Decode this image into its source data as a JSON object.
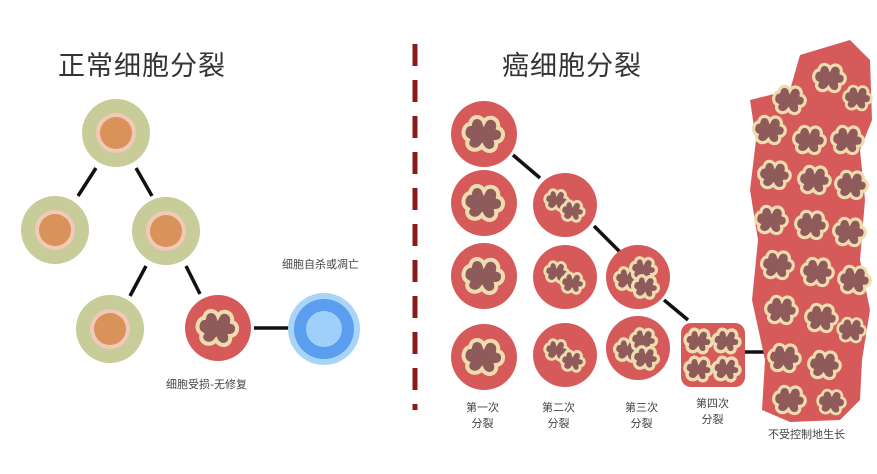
{
  "left_panel": {
    "title": "正常细胞分裂",
    "damaged_label": "细胞受损-无修复",
    "apoptosis_label": "细胞自杀或凋亡"
  },
  "right_panel": {
    "title": "癌细胞分裂",
    "stages": [
      {
        "line1": "第一次",
        "line2": "分裂"
      },
      {
        "line1": "第二次",
        "line2": "分裂"
      },
      {
        "line1": "第三次",
        "line2": "分裂"
      },
      {
        "line1": "第四次",
        "line2": "分裂"
      }
    ],
    "uncontrolled_label": "不受控制地生长"
  },
  "colors": {
    "divider": "#8b1a1a",
    "normal_outer": "#c8cc98",
    "normal_ring": "#f2c8b8",
    "normal_nucleus": "#d8925a",
    "cancer_body": "#d65a5a",
    "cancer_ring": "#eedcb0",
    "cancer_nucleus": "#8e5a5a",
    "apoptosis_outer": "#a8d4f5",
    "apoptosis_mid": "#5b9ef0",
    "apoptosis_inner": "#9fd0fa",
    "connector": "#111111"
  }
}
